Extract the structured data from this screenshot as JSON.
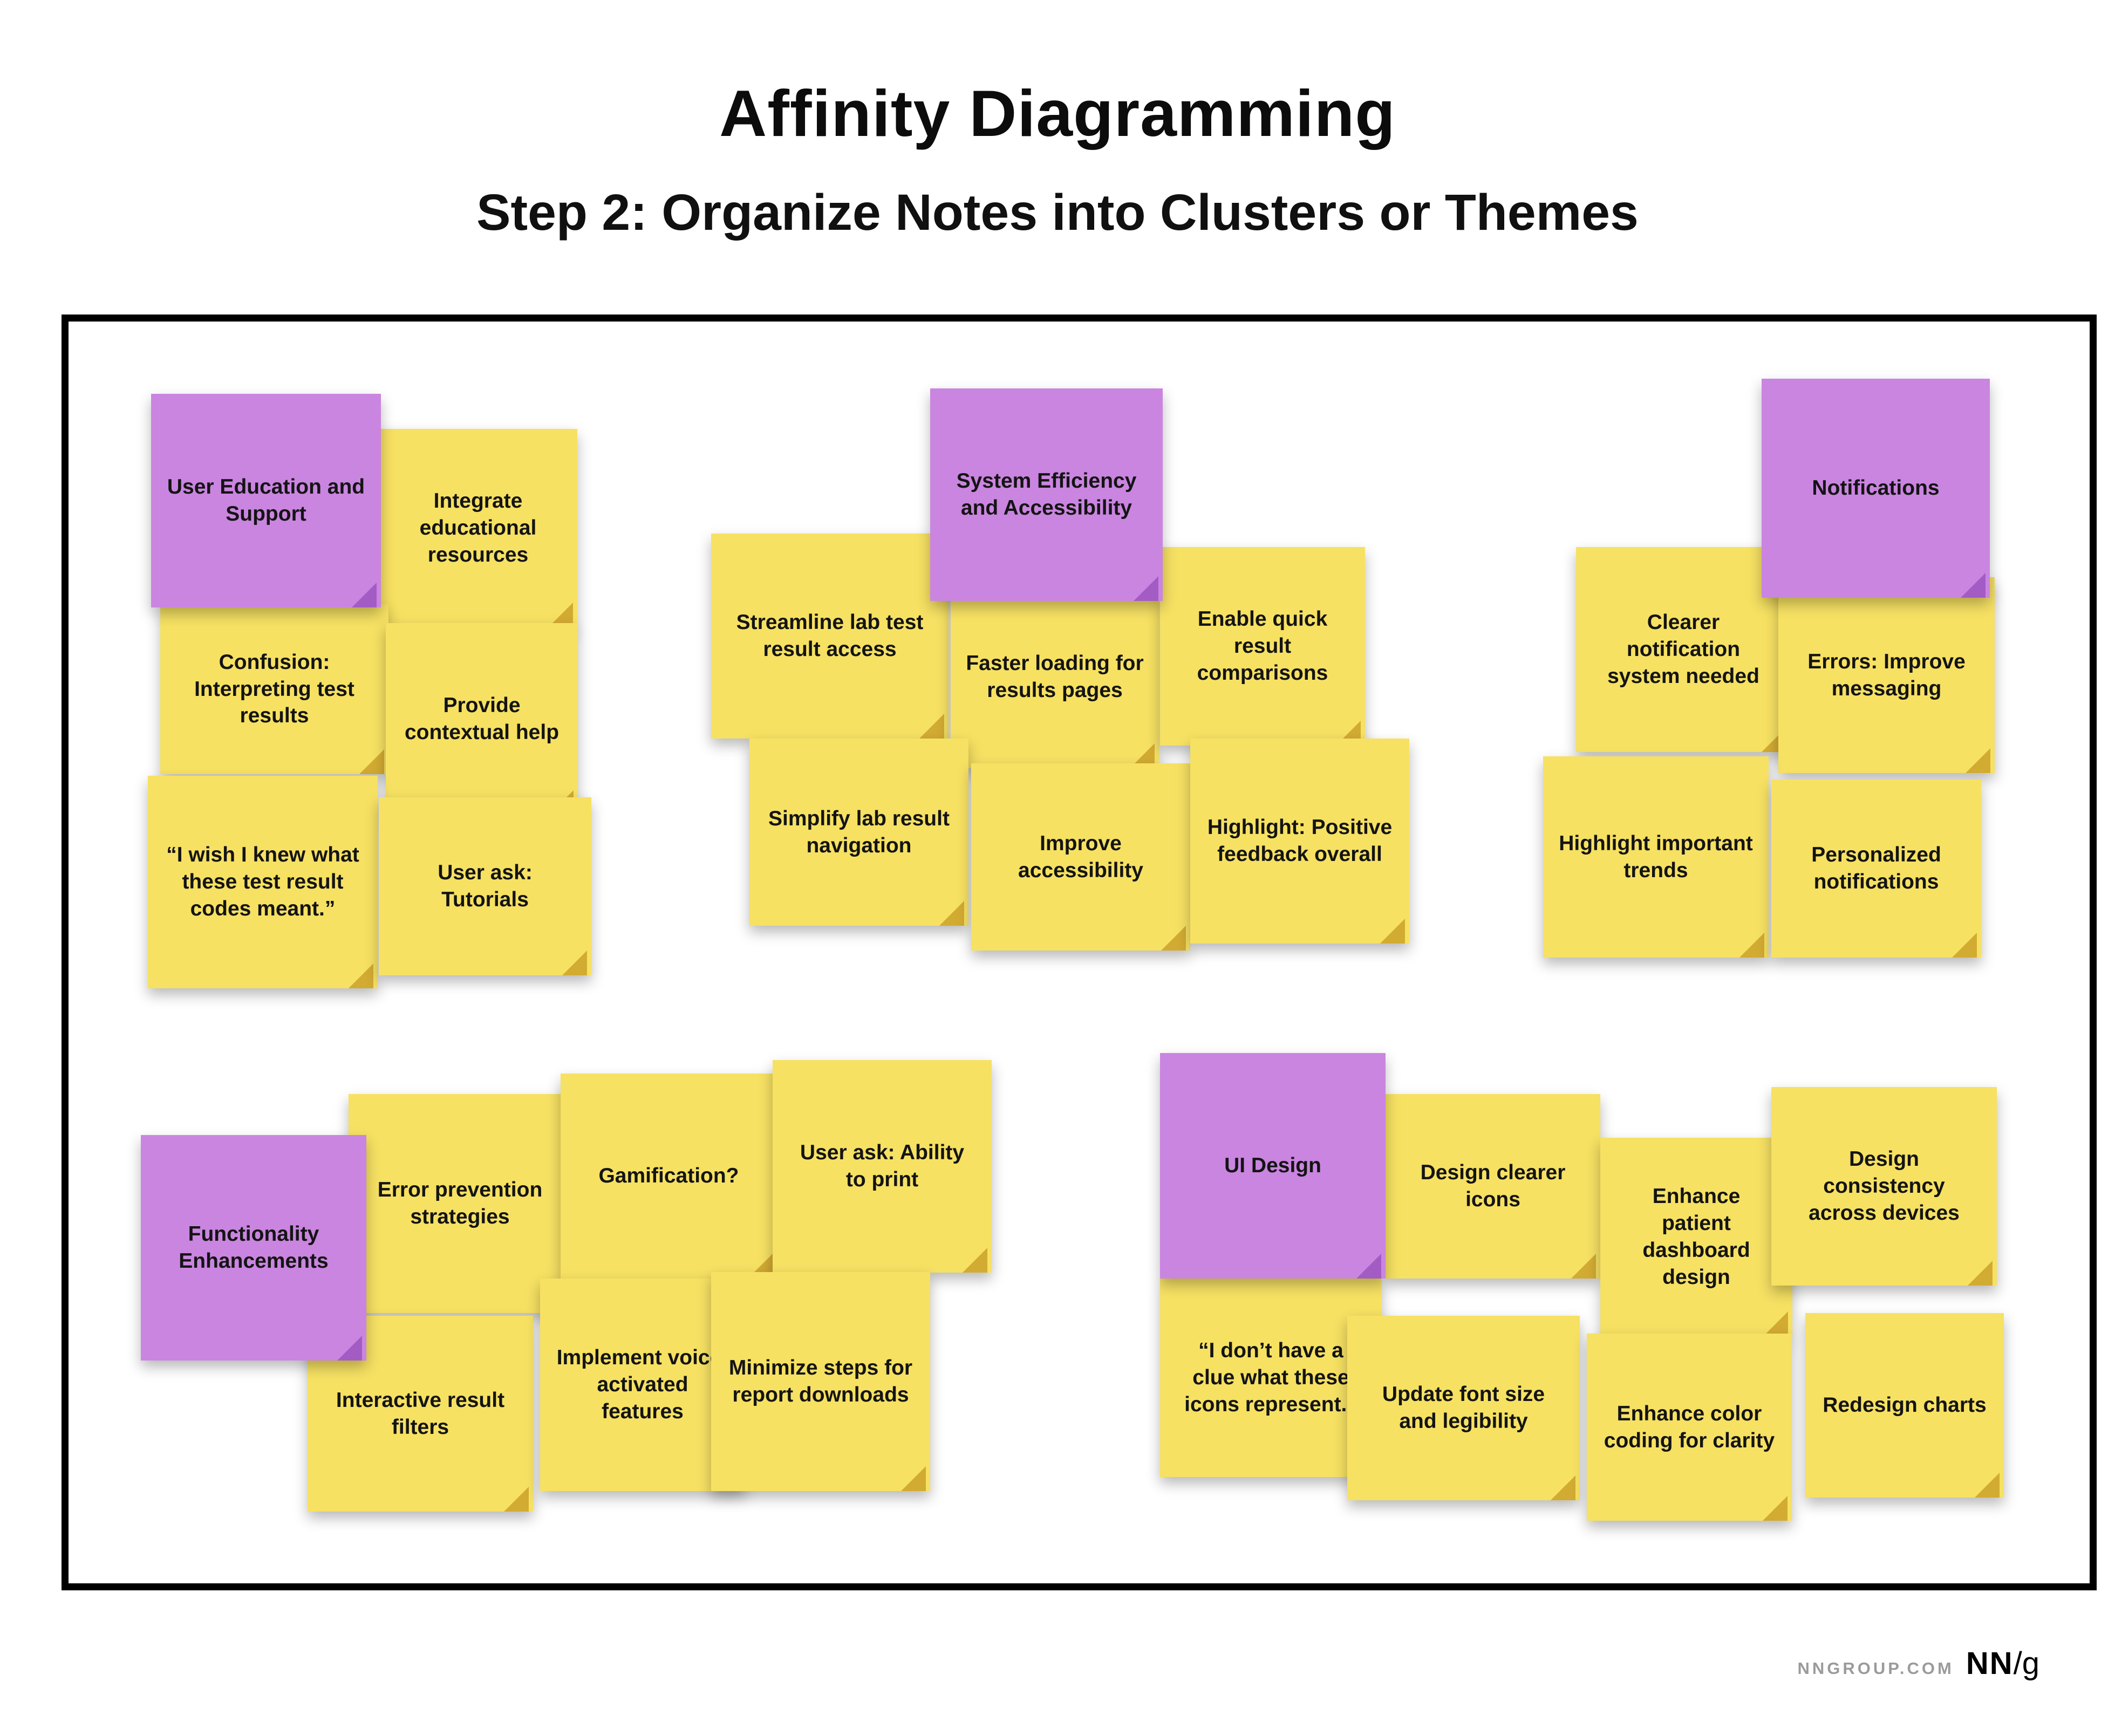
{
  "header": {
    "title": "Affinity Diagramming",
    "subtitle": "Step 2: Organize Notes into Clusters or Themes"
  },
  "footer": {
    "site": "NNGROUP.COM",
    "logo_nn": "NN",
    "logo_g": "/g"
  },
  "colors": {
    "sticky_yellow": "#F6E163",
    "sticky_yellow_fold": "#D2AB33",
    "label_purple": "#CA85E0",
    "label_purple_fold": "#A35CC4",
    "board_border": "#000000"
  },
  "clusters": [
    {
      "label": "User Education and Support",
      "notes": [
        "Integrate educational resources",
        "Confusion: Interpreting test results",
        "Provide contextual help",
        "“I wish I knew what these test result codes meant.”",
        "User ask: Tutorials"
      ]
    },
    {
      "label": "System Efficiency and Accessibility",
      "notes": [
        "Streamline lab test result access",
        "Faster loading for results pages",
        "Enable quick result comparisons",
        "Simplify lab result navigation",
        "Improve accessibility",
        "Highlight: Positive feedback overall"
      ]
    },
    {
      "label": "Notifications",
      "notes": [
        "Clearer notification system needed",
        "Errors: Improve messaging",
        "Highlight important trends",
        "Personalized notifications"
      ]
    },
    {
      "label": "Functionality Enhancements",
      "notes": [
        "Error prevention strategies",
        "Gamification?",
        "User ask: Ability to print",
        "Interactive result filters",
        "Implement voice-activated features",
        "Minimize steps for report downloads"
      ]
    },
    {
      "label": "UI Design",
      "notes": [
        "Design clearer icons",
        "Enhance patient dashboard design",
        "Design consistency across devices",
        "“I don’t have a clue what these icons represent.”",
        "Update font size and legibility",
        "Enhance color coding for clarity",
        "Redesign charts"
      ]
    }
  ]
}
